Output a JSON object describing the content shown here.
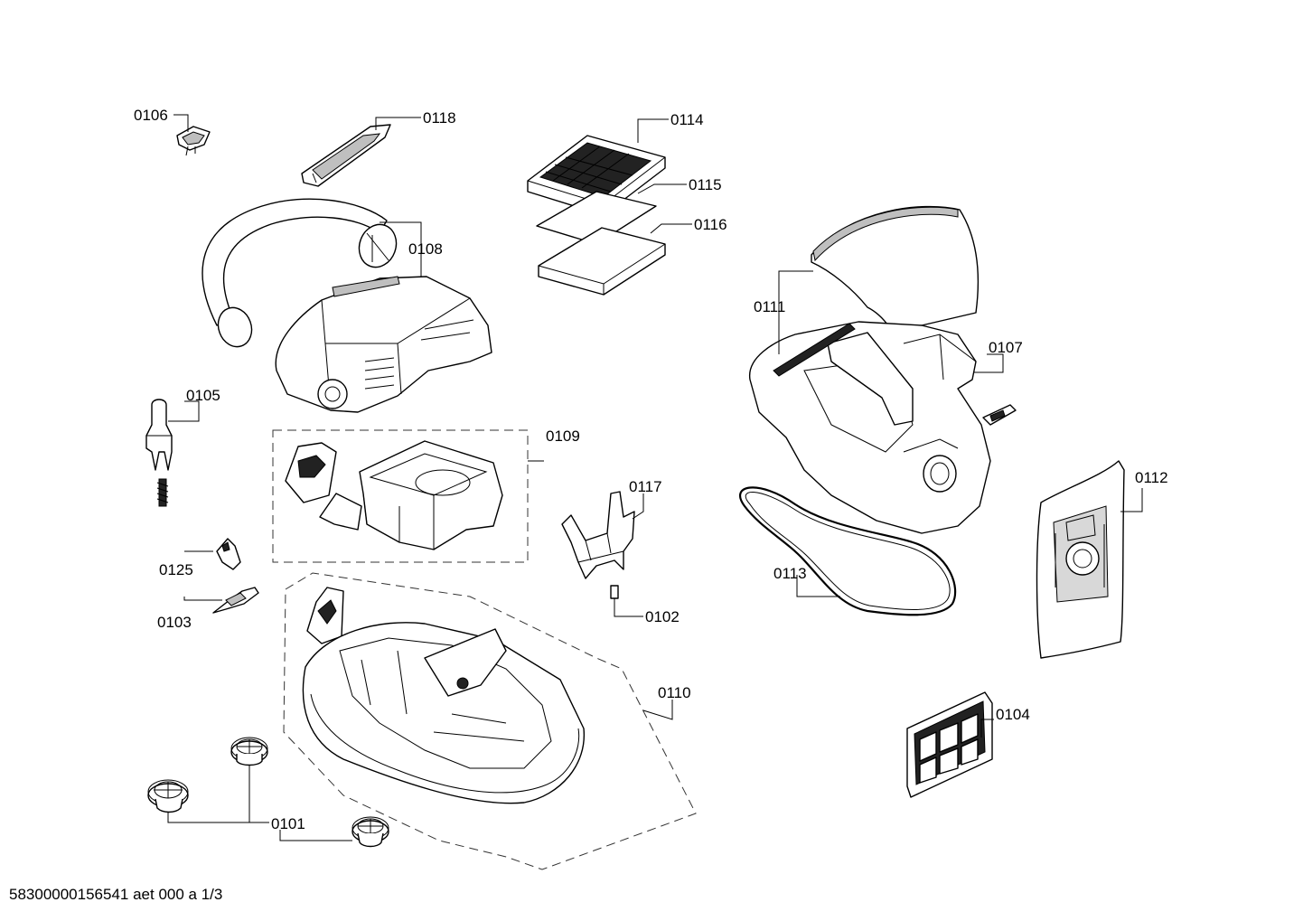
{
  "diagram": {
    "labels": {
      "p0106": "0106",
      "p0118": "0118",
      "p0114": "0114",
      "p0115": "0115",
      "p0116": "0116",
      "p0108": "0108",
      "p0111": "0111",
      "p0107": "0107",
      "p0105": "0105",
      "p0109": "0109",
      "p0117": "0117",
      "p0112": "0112",
      "p0125": "0125",
      "p0113": "0113",
      "p0103": "0103",
      "p0102": "0102",
      "p0110": "0110",
      "p0104": "0104",
      "p0101": "0101"
    }
  },
  "footer": {
    "code": "58300000156541 aet 000 a 1/3"
  }
}
